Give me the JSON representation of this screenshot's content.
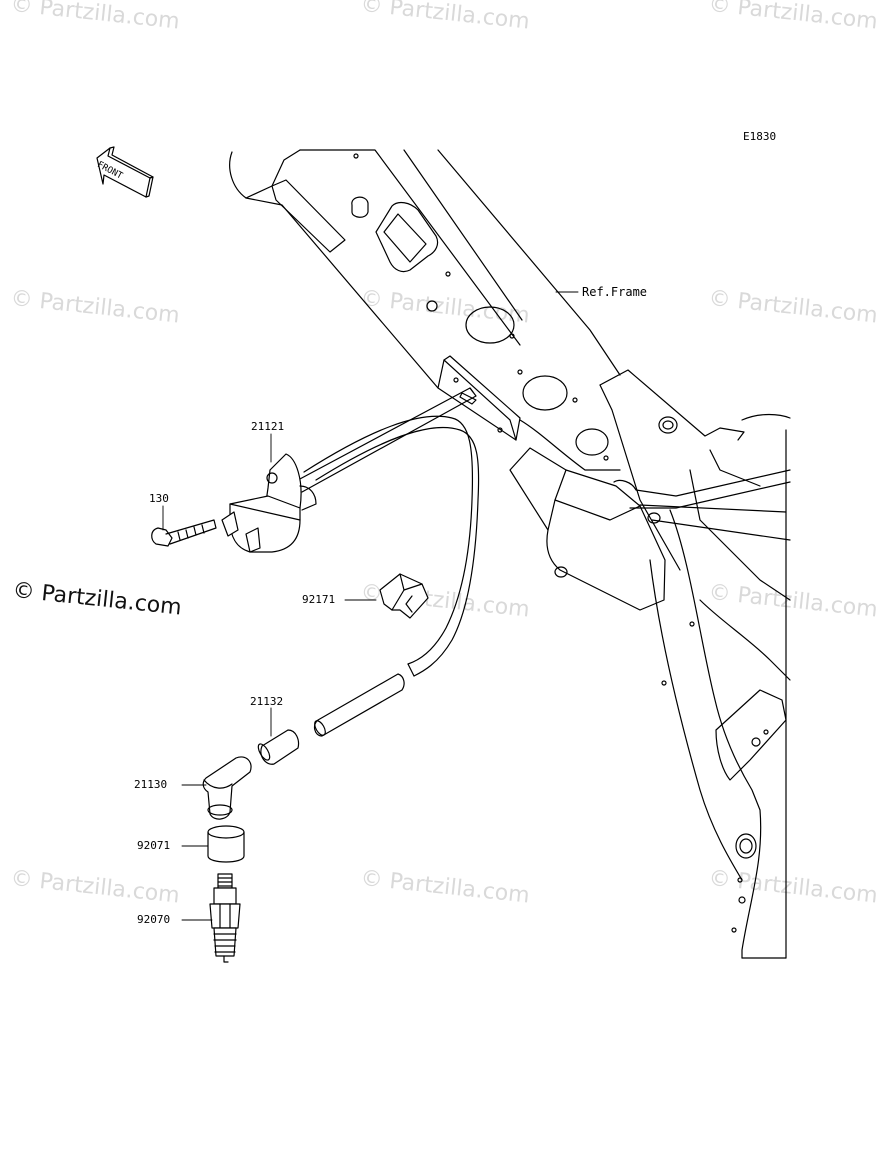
{
  "diagram_code": "E1830",
  "frame_label": "Ref.Frame",
  "front_arrow_label": "FRONT",
  "watermark_text": "© Partzilla.com",
  "parts": {
    "p21121": "21121",
    "p130": "130",
    "p92171": "92171",
    "p21132": "21132",
    "p21130": "21130",
    "p92071": "92071",
    "p92070": "92070"
  }
}
